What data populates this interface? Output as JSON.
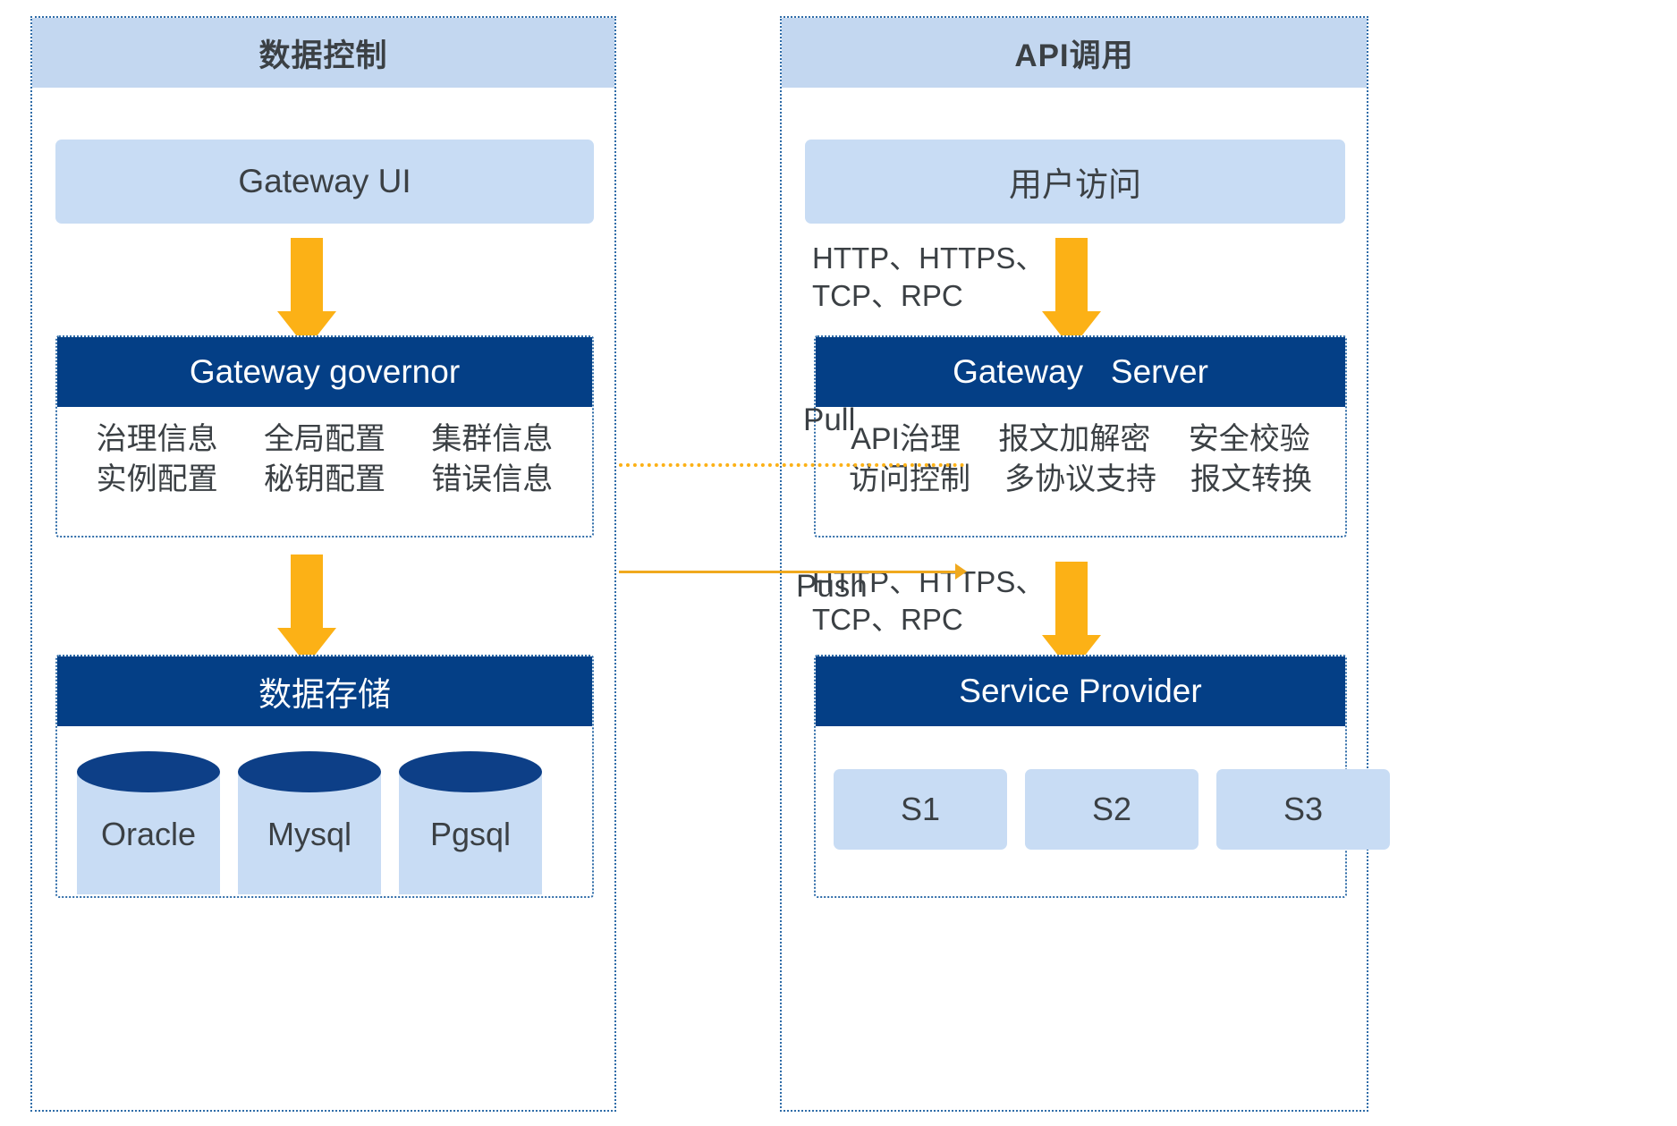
{
  "colors": {
    "panel_header_bg": "#c3d7f0",
    "card_header_bg": "#043f86",
    "light_block_bg": "#c8dcf4",
    "arrow_yellow": "#fcb116",
    "border_blue": "#2f6ca8",
    "text_dark": "#3b4044"
  },
  "left_panel": {
    "title": "数据控制",
    "gateway_ui": {
      "label": "Gateway UI"
    },
    "governor": {
      "header": "Gateway governor",
      "rows": [
        [
          "治理信息",
          "全局配置",
          "集群信息"
        ],
        [
          "实例配置",
          "秘钥配置",
          "错误信息"
        ]
      ]
    },
    "storage": {
      "header": "数据存储",
      "databases": [
        "Oracle",
        "Mysql",
        "Pgsql"
      ]
    }
  },
  "right_panel": {
    "title": "API调用",
    "user_access": {
      "label": "用户访问"
    },
    "protocol_top": "HTTP、HTTPS、\nTCP、RPC",
    "gateway_server": {
      "header": "Gateway   Server",
      "rows": [
        [
          "API治理",
          "报文加解密",
          "安全校验"
        ],
        [
          "访问控制",
          "多协议支持",
          "报文转换"
        ]
      ]
    },
    "protocol_bottom": "HTTP、HTTPS、\nTCP、RPC",
    "service_provider": {
      "header": "Service Provider",
      "services": [
        "S1",
        "S2",
        "S3"
      ]
    }
  },
  "connectors": {
    "pull": "Pull",
    "push": "Push"
  }
}
